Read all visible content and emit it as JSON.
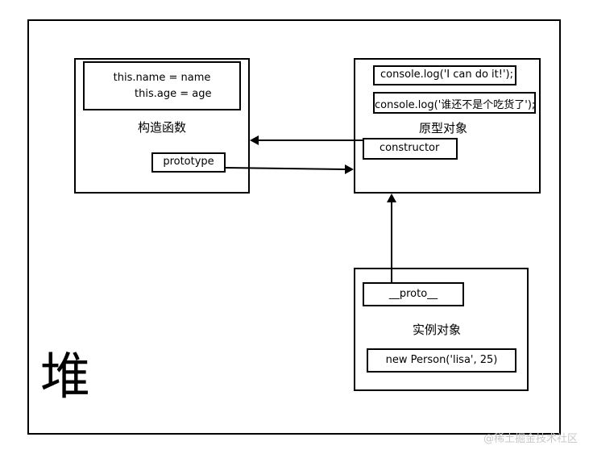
{
  "heap_label": "堆",
  "constructor_fn": {
    "code_line_1": "this.name = name",
    "code_line_2": "this.age = age",
    "title": "构造函数",
    "prototype_label": "prototype"
  },
  "prototype_obj": {
    "method_1": "console.log('I can do it!');",
    "method_2": "console.log('谁还不是个吃货了');",
    "title": "原型对象",
    "constructor_label": "constructor"
  },
  "instance_obj": {
    "proto_label": "__proto__",
    "title": "实例对象",
    "call": "new Person('lisa', 25)"
  },
  "watermark": "@稀土掘金技术社区"
}
